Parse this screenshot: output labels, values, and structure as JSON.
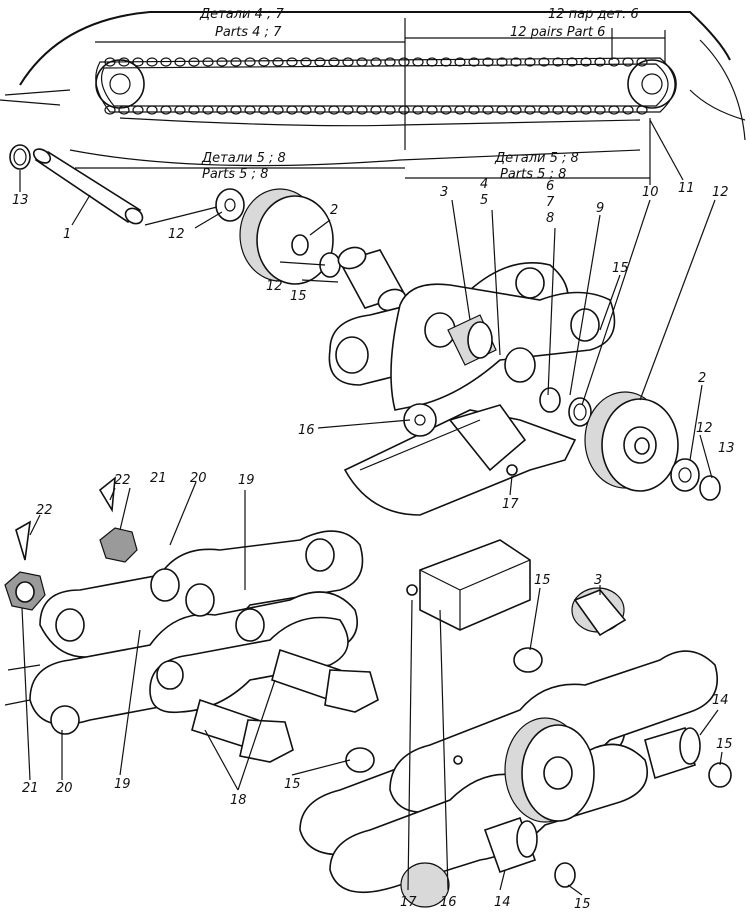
{
  "headers": [
    {
      "id": "top-left-ru",
      "text": "Детали 4 ; 7"
    },
    {
      "id": "top-left-en",
      "text": "Parts 4 ; 7"
    },
    {
      "id": "top-right-ru",
      "text": "12 пар дет. 6"
    },
    {
      "id": "top-right-en",
      "text": "12 pairs  Part 6"
    },
    {
      "id": "mid-left-ru",
      "text": "Детали 5 ; 8"
    },
    {
      "id": "mid-left-en",
      "text": "Parts 5 ; 8"
    },
    {
      "id": "mid-right-ru",
      "text": "Детали 5 ; 8"
    },
    {
      "id": "mid-right-en",
      "text": "Parts 5 ; 8"
    }
  ],
  "callouts": [
    "13",
    "1",
    "12",
    "2",
    "12",
    "15",
    "3",
    "4",
    "5",
    "6",
    "7",
    "8",
    "9",
    "10",
    "11",
    "12",
    "15",
    "16",
    "2",
    "12",
    "13",
    "17",
    "22",
    "21",
    "20",
    "19",
    "22",
    "21",
    "20",
    "19",
    "18",
    "15",
    "3",
    "15",
    "17",
    "16",
    "14",
    "14",
    "15",
    "15"
  ]
}
